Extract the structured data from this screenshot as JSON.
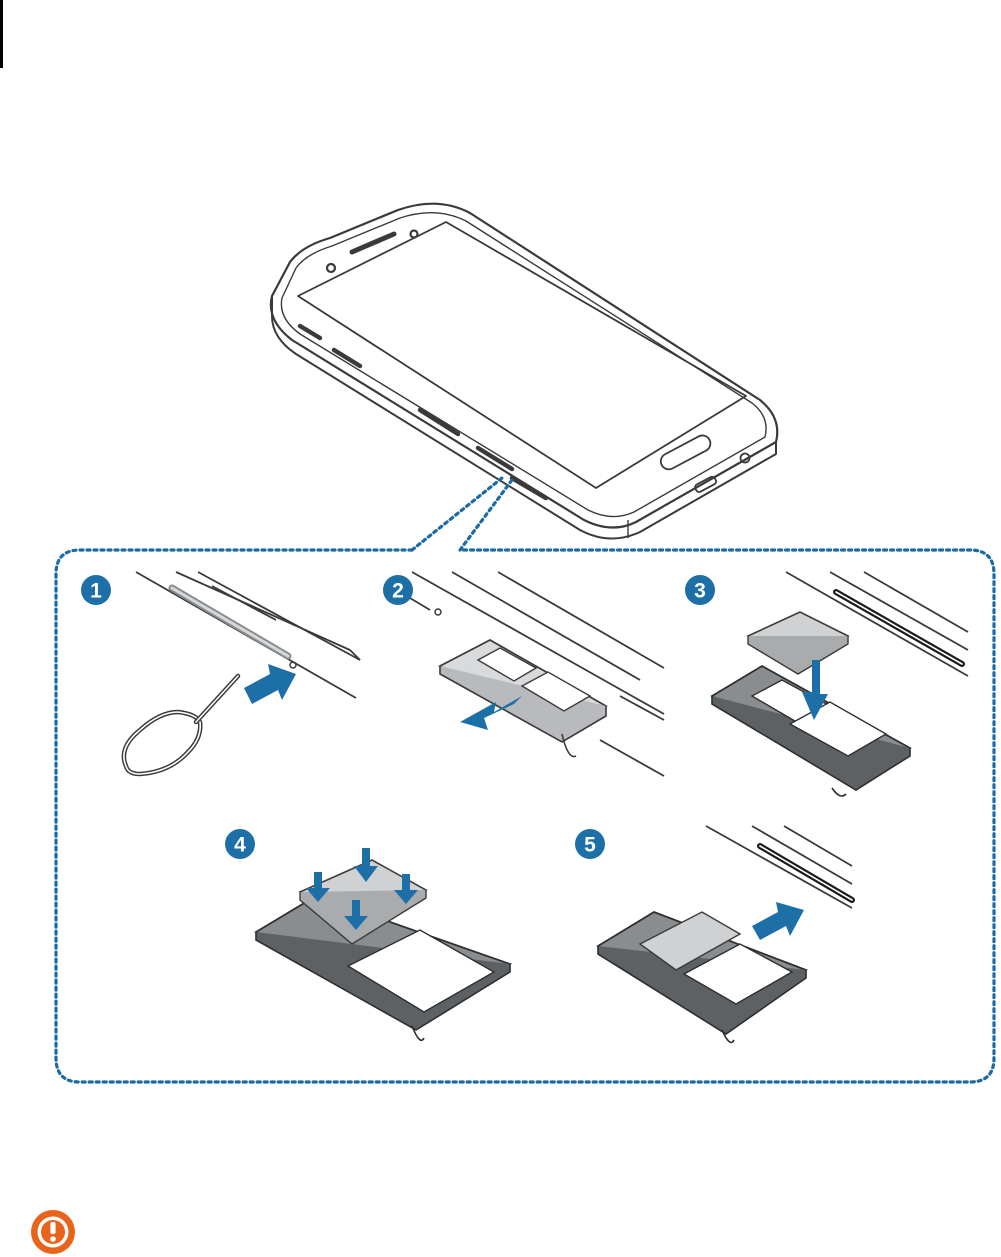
{
  "steps": [
    {
      "number": "1"
    },
    {
      "number": "2"
    },
    {
      "number": "3"
    },
    {
      "number": "4"
    },
    {
      "number": "5"
    }
  ],
  "icons": {
    "caution": "caution-icon"
  },
  "colors": {
    "accent_blue": "#1d6fa8",
    "callout_border": "#1a6aa6",
    "caution_orange": "#e8641b",
    "phone_line": "#3a3a3a",
    "tray_fill": "#8a8d90",
    "sim_fill": "#cfd1d3"
  }
}
